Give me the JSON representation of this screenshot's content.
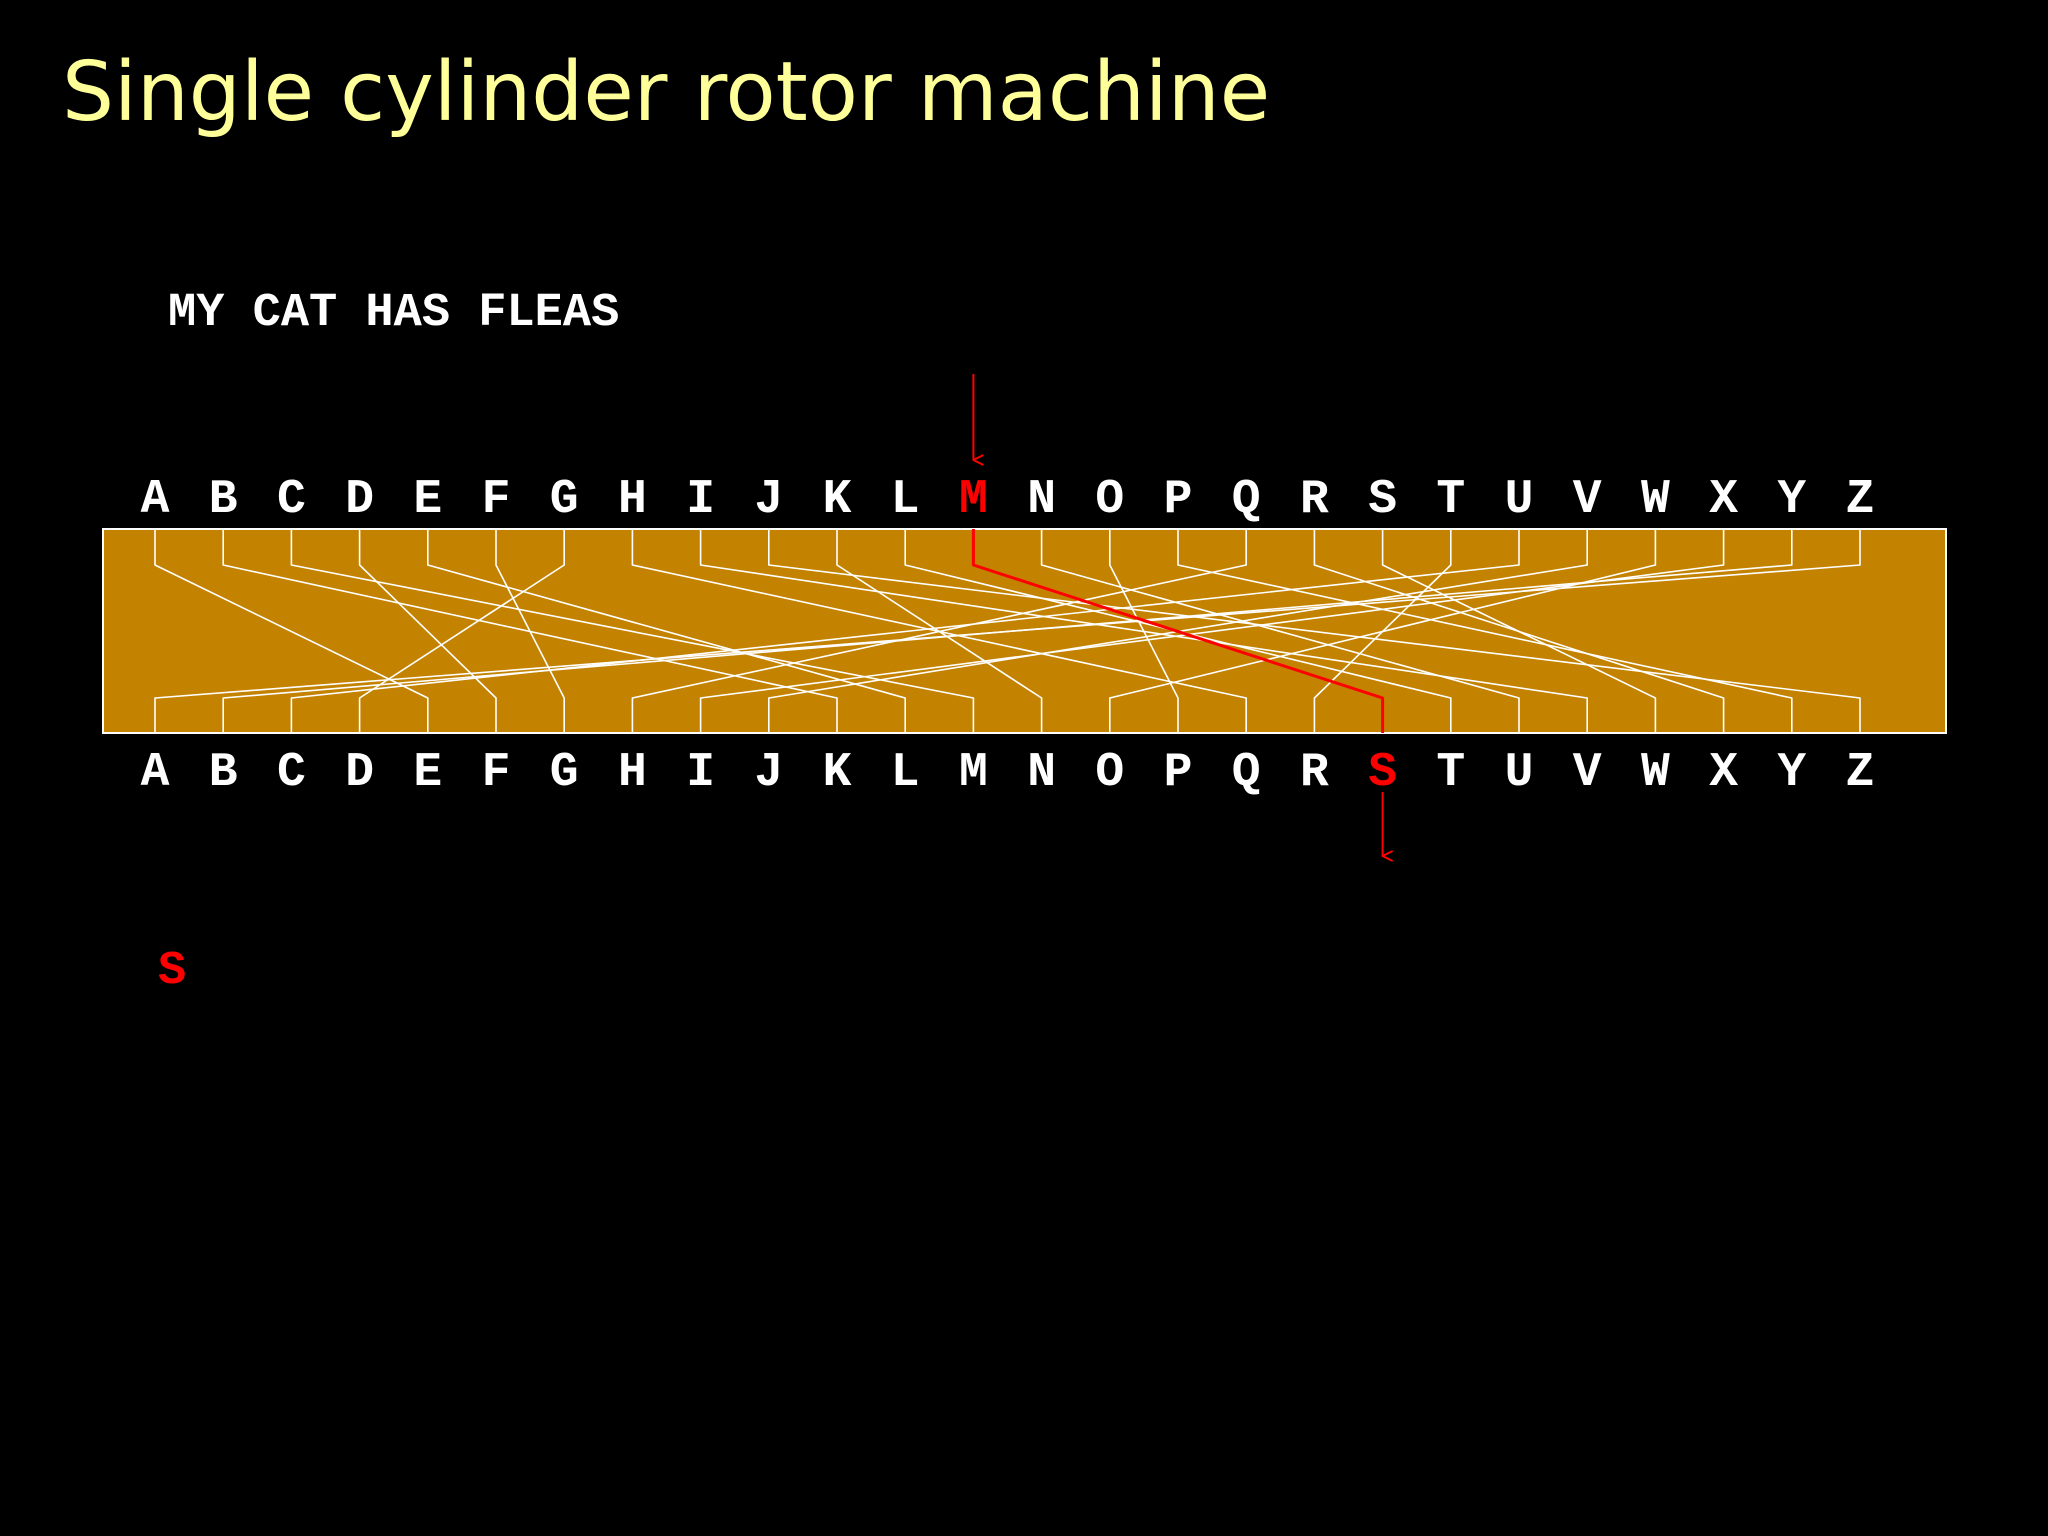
{
  "title": "Single cylinder rotor machine",
  "plaintext": "MY CAT HAS FLEAS",
  "ciphertext": "S",
  "alphabet": [
    "A",
    "B",
    "C",
    "D",
    "E",
    "F",
    "G",
    "H",
    "I",
    "J",
    "K",
    "L",
    "M",
    "N",
    "O",
    "P",
    "Q",
    "R",
    "S",
    "T",
    "U",
    "V",
    "W",
    "X",
    "Y",
    "Z"
  ],
  "wiring": {
    "A": "E",
    "B": "K",
    "C": "M",
    "D": "F",
    "E": "L",
    "F": "G",
    "G": "D",
    "H": "Q",
    "I": "V",
    "J": "Z",
    "K": "N",
    "L": "T",
    "M": "S",
    "N": "U",
    "O": "P",
    "P": "Y",
    "Q": "H",
    "R": "X",
    "S": "W",
    "T": "R",
    "U": "C",
    "V": "J",
    "W": "O",
    "X": "I",
    "Y": "B",
    "Z": "A"
  },
  "highlight": {
    "input": "M",
    "output": "S"
  },
  "colors": {
    "background": "#000000",
    "title": "#ffff99",
    "text": "#ffffff",
    "highlight": "#ff0000",
    "cylinder": "#c38200",
    "wire": "#ffffff"
  }
}
